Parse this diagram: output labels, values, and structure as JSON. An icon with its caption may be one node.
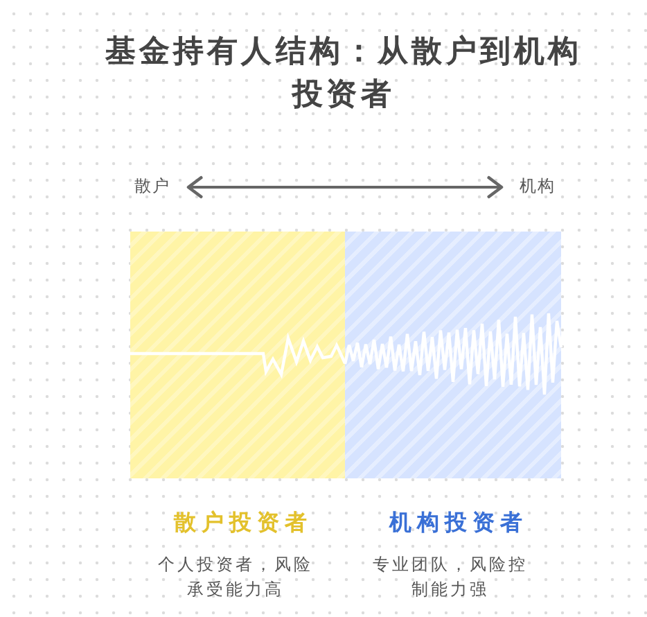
{
  "diagram": {
    "title": "基金持有人结构：从散户到机构投资者",
    "nodes": [
      {
        "text": [
          "散户"
        ]
      },
      {
        "text": [
          "机构"
        ]
      },
      {
        "text": [
          "散户投资者",
          "个人投资者，风险承受能力高"
        ]
      },
      {
        "text": [
          "机构投资者",
          "专业团队，风险控制能力强"
        ]
      }
    ],
    "edges": [
      {
        "from": 0,
        "to": 1,
        "arrow": "both"
      }
    ]
  }
}
